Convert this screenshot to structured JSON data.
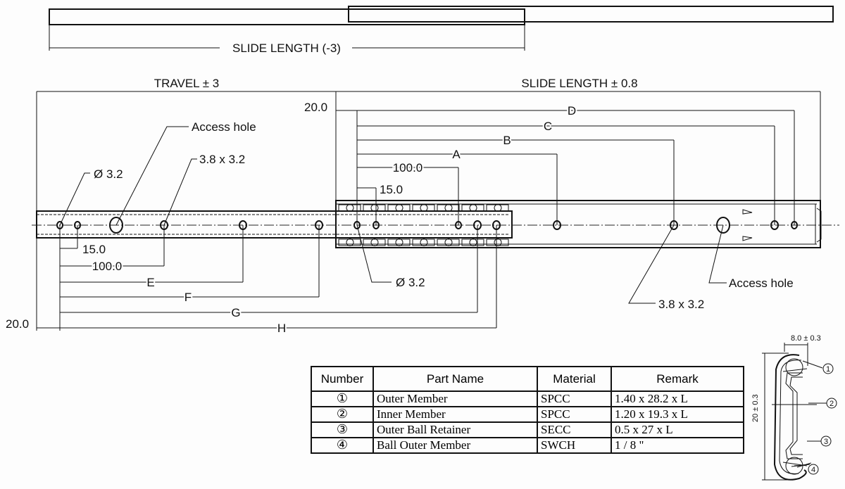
{
  "top": {
    "slide_length_label": "SLIDE LENGTH (-3)"
  },
  "main": {
    "travel_label": "TRAVEL ± 3",
    "slide_length_label": "SLIDE LENGTH ± 0.8",
    "offset_top": "20.0",
    "offset_bottom": "20.0",
    "dim_D": "D",
    "dim_C": "C",
    "dim_B": "B",
    "dim_A": "A",
    "dim_100_top": "100.0",
    "dim_15_top": "15.0",
    "dim_15_bottom": "15.0",
    "dim_100_bottom": "100.0",
    "dim_E": "E",
    "dim_F": "F",
    "dim_G": "G",
    "dim_H": "H",
    "hole_dia_left": "Ø 3.2",
    "access_hole_left": "Access hole",
    "slot_left": "3.8 x 3.2",
    "hole_dia_mid": "Ø 3.2",
    "access_hole_right": "Access hole",
    "slot_right": "3.8 x 3.2"
  },
  "table": {
    "headers": [
      "Number",
      "Part Name",
      "Material",
      "Remark"
    ],
    "rows": [
      {
        "number": "①",
        "part": "Outer Member",
        "material": "SPCC",
        "remark": "1.40 x 28.2 x L"
      },
      {
        "number": "②",
        "part": "Inner Member",
        "material": "SPCC",
        "remark": "1.20 x 19.3 x L"
      },
      {
        "number": "③",
        "part": "Outer Ball Retainer",
        "material": "SECC",
        "remark": "0.5 x 27 x L"
      },
      {
        "number": "④",
        "part": "Ball Outer Member",
        "material": "SWCH",
        "remark": "1 / 8  \""
      }
    ]
  },
  "section": {
    "width_label": "8.0 ± 0.3",
    "height_label": "20 ± 0.3",
    "callouts": [
      "1",
      "2",
      "3",
      "4"
    ]
  }
}
